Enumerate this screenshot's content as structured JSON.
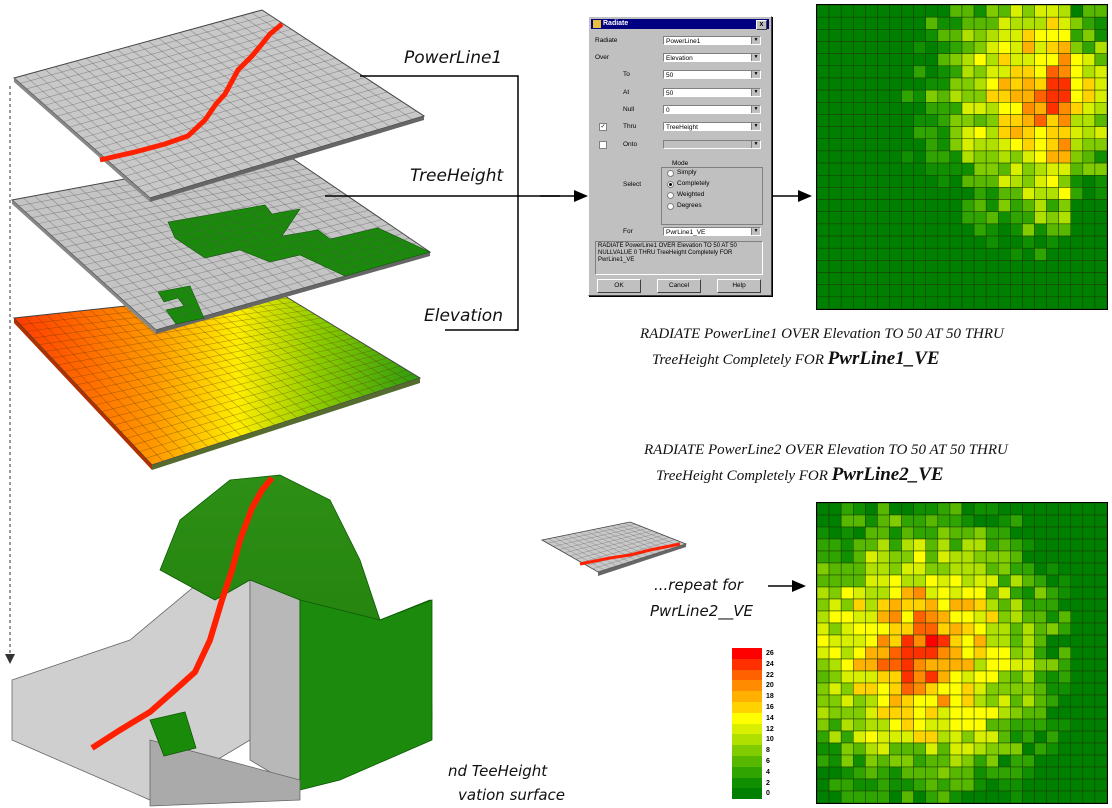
{
  "labels": {
    "powerline1": "PowerLine1",
    "treeheight": "TreeHeight",
    "elevation": "Elevation",
    "repeat_line1": "...repeat for",
    "repeat_line2": "PwrLine2__VE",
    "bottom_line1": "nd TeeHeight",
    "bottom_line2": "vation surface"
  },
  "captions": {
    "cap1_line1": "RADIATE PowerLine1 OVER Elevation TO 50 AT 50 THRU",
    "cap1_line2_prefix": "TreeHeight Completely FOR ",
    "cap1_line2_bold": "PwrLine1_VE",
    "cap2_line1": "RADIATE PowerLine2 OVER Elevation TO 50 AT 50 THRU",
    "cap2_line2_prefix": "TreeHeight Completely FOR ",
    "cap2_line2_bold": "PwrLine2_VE"
  },
  "dialog": {
    "title": "Radiate",
    "close": "x",
    "radiate_label": "Radiate",
    "radiate_value": "PowerLine1",
    "over_label": "Over",
    "over_value": "Elevation",
    "to_label": "To",
    "to_value": "50",
    "at_label": "At",
    "at_value": "50",
    "null_label": "Null",
    "null_value": "0",
    "thru_label": "Thru",
    "thru_checked": "✓",
    "thru_value": "TreeHeight",
    "onto_label": "Onto",
    "onto_value": "",
    "mode_label": "Mode",
    "select_label": "Select",
    "modes": [
      "Simply",
      "Completely",
      "Weighted",
      "Degrees"
    ],
    "for_label": "For",
    "for_value": "PwrLine1_VE",
    "command_text": "RADIATE PowerLine1 OVER Elevation TO 50 AT 50 NULLVALUE 0 THRU TreeHeight Completely FOR PwrLine1_VE",
    "ok": "OK",
    "cancel": "Cancel",
    "help": "Help"
  },
  "legend": {
    "values": [
      "26",
      "24",
      "22",
      "20",
      "18",
      "16",
      "14",
      "12",
      "10",
      "8",
      "6",
      "4",
      "2",
      "0"
    ],
    "colors": [
      "#ff0000",
      "#ff3000",
      "#ff6000",
      "#ff8c00",
      "#ffb000",
      "#ffd200",
      "#ffff00",
      "#d8f000",
      "#b0e000",
      "#80cc00",
      "#58b800",
      "#30a400",
      "#109000",
      "#008000"
    ]
  },
  "colors": {
    "grid_gray": "#c8c8c8",
    "tree_green": "#1a8a0a",
    "power_red": "#ff2a00"
  }
}
